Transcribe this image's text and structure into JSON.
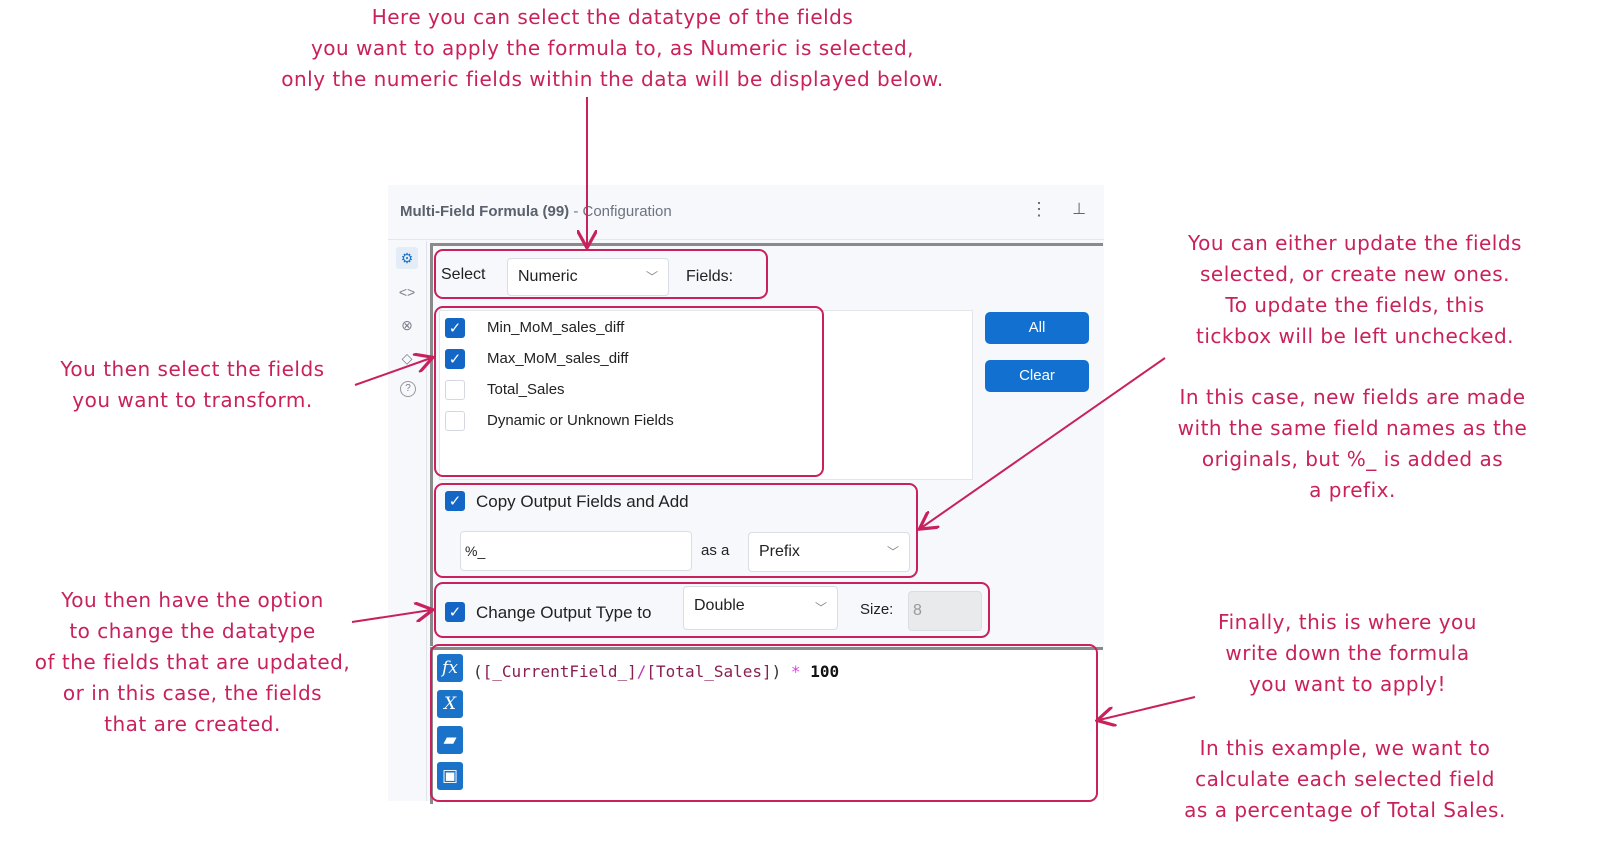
{
  "annotations": {
    "datatype": "Here you can select the datatype of the fields\nyou want to apply the formula to, as Numeric is selected,\nonly the numeric fields within the data will be displayed below.",
    "select_fields": "You then select the fields\nyou want to transform.",
    "change_type": "You then have the option\nto change the datatype\nof the fields that are updated,\nor in this case, the fields\nthat are created.",
    "copy_output": "You can either update the fields\nselected, or create new ones.\nTo update the fields, this\ntickbox will be left unchecked.",
    "copy_output_example": "In this case, new fields are made\nwith the same field names as the\noriginals, but %_ is added as\na prefix.",
    "formula": "Finally, this is where you\nwrite down the formula\nyou want to apply!",
    "formula_example": "In this example, we want to\ncalculate each selected field\nas a percentage of Total Sales."
  },
  "header": {
    "tool": "Multi-Field Formula (99)",
    "suffix": " - Configuration",
    "menu_icon": "⋮",
    "pin_icon": "📌"
  },
  "sidebar": [
    "⚙",
    "<>",
    "⊗",
    "🏷",
    "?"
  ],
  "select": {
    "label": "Select",
    "value": "Numeric",
    "fields_label": "Fields:"
  },
  "fields": [
    {
      "name": "Min_MoM_sales_diff",
      "checked": true
    },
    {
      "name": "Max_MoM_sales_diff",
      "checked": true
    },
    {
      "name": "Total_Sales",
      "checked": false
    },
    {
      "name": "Dynamic or Unknown Fields",
      "checked": false
    }
  ],
  "buttons": {
    "all": "All",
    "clear": "Clear"
  },
  "copy_output": {
    "label": "Copy Output Fields and Add",
    "checked": true,
    "text": "%_",
    "as_a": "as a",
    "position": "Prefix"
  },
  "change_type": {
    "label": "Change Output Type to",
    "checked": true,
    "type": "Double",
    "size_label": "Size:",
    "size": "8"
  },
  "formula": {
    "open": "(",
    "field1": "[_CurrentField_]",
    "div": "/",
    "field2": "[Total_Sales]",
    "close": ")",
    "op": " * ",
    "num": "100"
  },
  "editor_icons": [
    "fx",
    "X",
    "▰",
    "▣"
  ],
  "colors": {
    "accent": "#1170d0",
    "annotation": "#c8215c"
  }
}
